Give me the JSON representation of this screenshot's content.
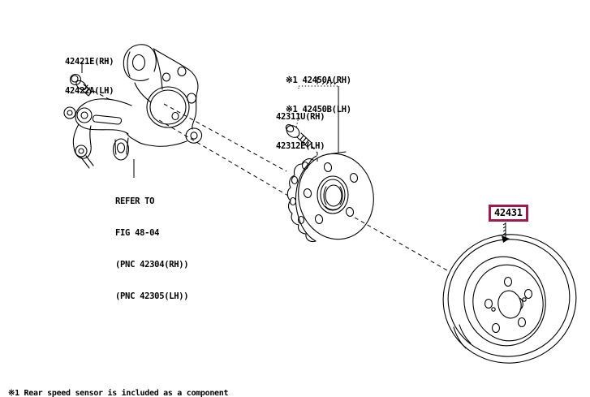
{
  "colors": {
    "background": "#ffffff",
    "line": "#000000",
    "highlight_box": "#9e1b4b"
  },
  "callouts": {
    "carrier_bolt": {
      "lines": [
        "42421E(RH)",
        "42422A(LH)"
      ]
    },
    "axle_hub": {
      "lines": [
        "※1 42450A(RH)",
        "※1 42450B(LH)"
      ]
    },
    "hub_bolt": {
      "lines": [
        "42311U(RH)",
        "42312E(LH)"
      ]
    },
    "carrier_note": {
      "lines": [
        "REFER TO",
        "FIG 48-04",
        "(PNC 42304(RH))",
        "(PNC 42305(LH))"
      ]
    },
    "brake_disc": {
      "part_number": "42431",
      "highlighted": true
    }
  },
  "footnote": {
    "text": "※1 Rear speed sensor is included as a component"
  },
  "drawing": {
    "parts": [
      "rear-axle-carrier",
      "carrier-mount-bolt",
      "hub-mount-bolt",
      "rear-axle-hub-and-bearing",
      "rear-brake-disc"
    ]
  }
}
